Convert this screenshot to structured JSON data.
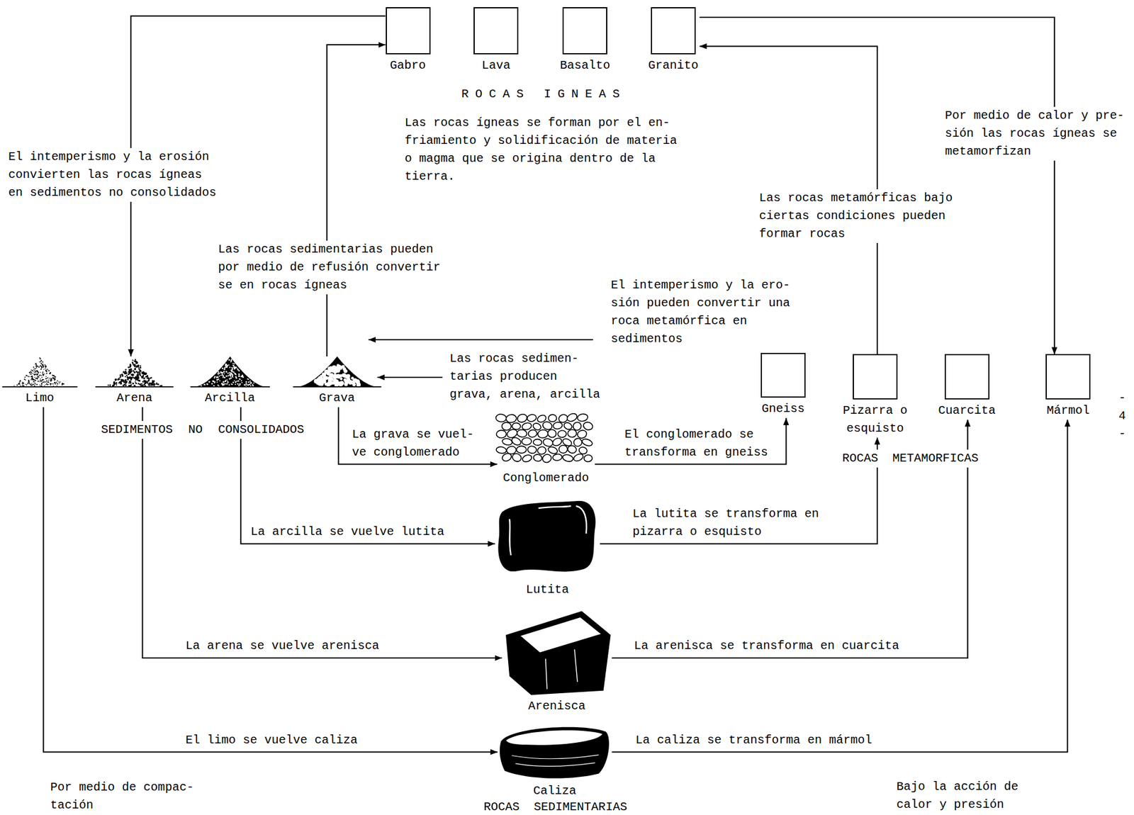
{
  "diagram": {
    "nodes": [
      {
        "text": [
          "Gabro"
        ]
      },
      {
        "text": [
          "Lava"
        ]
      },
      {
        "text": [
          "Basalto"
        ]
      },
      {
        "text": [
          "Granito"
        ]
      },
      {
        "text": [
          "Limo"
        ]
      },
      {
        "text": [
          "Arena"
        ]
      },
      {
        "text": [
          "Arcilla"
        ]
      },
      {
        "text": [
          "Grava"
        ]
      },
      {
        "text": [
          "Gneiss"
        ]
      },
      {
        "text": [
          "Pizarra o esquisto"
        ]
      },
      {
        "text": [
          "Cuarcita"
        ]
      },
      {
        "text": [
          "Mármol"
        ]
      },
      {
        "text": [
          "Conglomerado"
        ]
      },
      {
        "text": [
          "Lutita"
        ]
      },
      {
        "text": [
          "Arenisca"
        ]
      },
      {
        "text": [
          "Caliza"
        ]
      }
    ],
    "edges": [
      {
        "from": 0,
        "to": 5,
        "arrow": "to",
        "label": "El intemperismo y la erosión convierten las rocas ígneas en sedimentos no consolidados"
      },
      {
        "from": 7,
        "to": 0,
        "arrow": "to",
        "label": "Las rocas sedimentarias pueden por medio de refusión convertir se en rocas ígneas"
      },
      {
        "from": 9,
        "to": 3,
        "arrow": "to",
        "label": "Las rocas metamórficas bajo ciertas condiciones pueden formar rocas"
      },
      {
        "from": 3,
        "to": 11,
        "arrow": "to",
        "label": "Por medio de calor y pre- sión las rocas ígneas se metamorfizan"
      },
      {
        "from": 7,
        "to": 12,
        "arrow": "to",
        "label": "La grava se vuel- ve conglomerado"
      },
      {
        "from": 12,
        "to": 8,
        "arrow": "to",
        "label": "El conglomerado se transforma en gneiss"
      },
      {
        "from": 6,
        "to": 13,
        "arrow": "to",
        "label": "La arcilla se vuelve lutita"
      },
      {
        "from": 13,
        "to": 9,
        "arrow": "to",
        "label": "La lutita se transforma en pizarra o esquisto"
      },
      {
        "from": 5,
        "to": 14,
        "arrow": "to",
        "label": "La arena se vuelve arenisca"
      },
      {
        "from": 14,
        "to": 10,
        "arrow": "to",
        "label": "La arenisca se transforma en cuarcita"
      },
      {
        "from": 4,
        "to": 15,
        "arrow": "to",
        "label": "El limo se vuelve caliza"
      },
      {
        "from": 15,
        "to": 11,
        "arrow": "to",
        "label": "La caliza se transforma en mármol"
      }
    ],
    "labels": [
      "ROCAS IGNEAS",
      "Las rocas ígneas se forman por el en- friamiento y solidificación de materia o magma que se origina dentro de la tierra.",
      "El intemperismo y la ero- sión pueden convertir una roca metamórfica en sedimentos",
      "Las rocas sedimen- tarias producen grava, arena, arcilla",
      "SEDIMENTOS NO CONSOLIDADOS",
      "ROCAS METAMORFICAS",
      "- 4 -",
      "ROCAS SEDIMENTARIAS",
      "Por medio de compac- tación",
      "Bajo la acción de calor y presión"
    ]
  }
}
